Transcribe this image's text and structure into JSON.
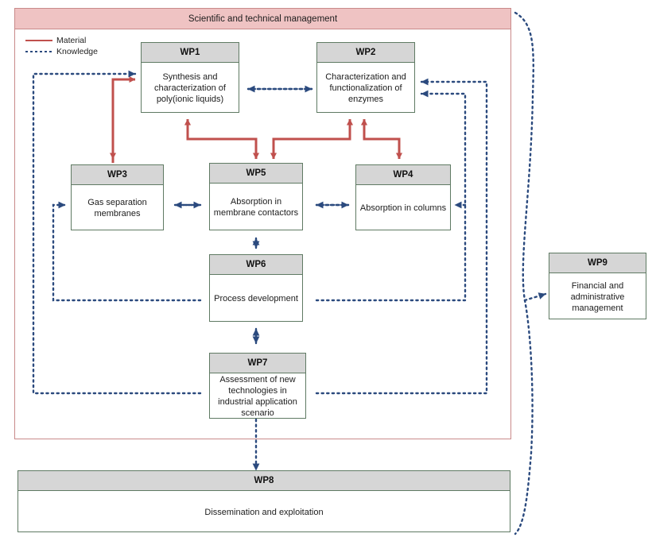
{
  "diagram": {
    "title": "Scientific and technical management",
    "legend": [
      {
        "key": "material",
        "label": "Material",
        "style": "solid",
        "color": "#c0504d"
      },
      {
        "key": "knowledge",
        "label": "Knowledge",
        "style": "dotted",
        "color": "#2b4a7e"
      }
    ],
    "colors": {
      "panel_fill": "#efc3c3",
      "panel_border": "#c98a8a",
      "box_border": "#5f7a63",
      "box_header_fill": "#d6d6d6",
      "material_arrow": "#c0504d",
      "knowledge_arrow": "#2b4a7e"
    },
    "work_packages": [
      {
        "id": "WP1",
        "title": "WP1",
        "text": "Synthesis and characterization of poly(ionic liquids)"
      },
      {
        "id": "WP2",
        "title": "WP2",
        "text": "Characterization and functionalization of enzymes"
      },
      {
        "id": "WP3",
        "title": "WP3",
        "text": "Gas separation membranes"
      },
      {
        "id": "WP4",
        "title": "WP4",
        "text": "Absorption in columns"
      },
      {
        "id": "WP5",
        "title": "WP5",
        "text": "Absorption in membrane contactors"
      },
      {
        "id": "WP6",
        "title": "WP6",
        "text": "Process development"
      },
      {
        "id": "WP7",
        "title": "WP7",
        "text": "Assessment of new technologies in industrial application scenario"
      },
      {
        "id": "WP8",
        "title": "WP8",
        "text": "Dissemination and exploitation"
      },
      {
        "id": "WP9",
        "title": "WP9",
        "text": "Financial and administrative management"
      }
    ],
    "connections": [
      {
        "from": "WP1",
        "to": "WP3",
        "type": "material",
        "bidirectional": true
      },
      {
        "from": "WP5",
        "to": "WP1",
        "type": "material",
        "bidirectional": true
      },
      {
        "from": "WP5",
        "to": "WP2",
        "type": "material",
        "bidirectional": true
      },
      {
        "from": "WP4",
        "to": "WP2",
        "type": "material",
        "bidirectional": true
      },
      {
        "from": "WP1",
        "to": "WP2",
        "type": "knowledge",
        "bidirectional": true
      },
      {
        "from": "WP3",
        "to": "WP5",
        "type": "knowledge",
        "bidirectional": true
      },
      {
        "from": "WP5",
        "to": "WP4",
        "type": "knowledge",
        "bidirectional": true
      },
      {
        "from": "WP5",
        "to": "WP6",
        "type": "knowledge",
        "bidirectional": true
      },
      {
        "from": "WP6",
        "to": "WP7",
        "type": "knowledge",
        "bidirectional": true
      },
      {
        "from": "WP7",
        "to": "WP8",
        "type": "knowledge",
        "bidirectional": false
      },
      {
        "from": "WP7",
        "to": "WP1",
        "type": "knowledge",
        "bidirectional": false
      },
      {
        "from": "WP6",
        "to": "WP3",
        "type": "knowledge",
        "bidirectional": false
      },
      {
        "from": "WP6",
        "to": "WP2",
        "type": "knowledge",
        "bidirectional": false
      },
      {
        "from": "WP7",
        "to": "WP4",
        "type": "knowledge",
        "bidirectional": false
      },
      {
        "from": "WP8",
        "to": "WP9",
        "type": "knowledge",
        "bidirectional": false
      }
    ]
  }
}
